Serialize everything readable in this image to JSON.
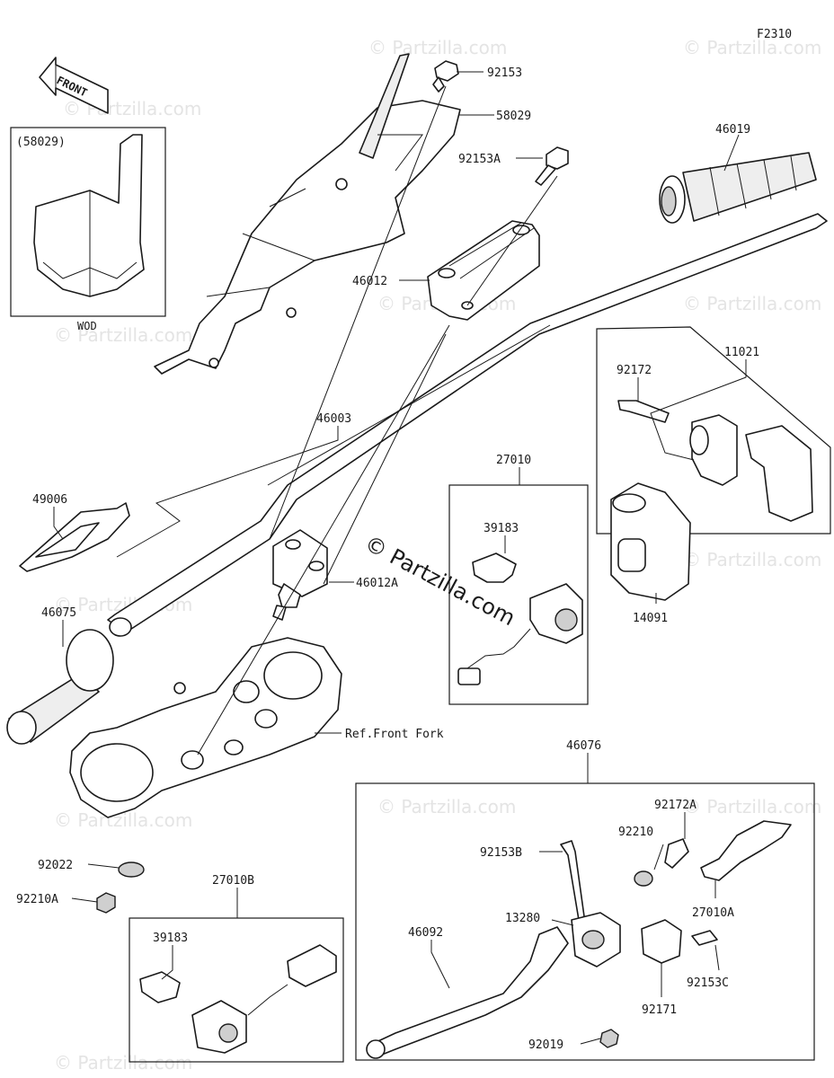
{
  "diagram_code": "F2310",
  "front_arrow_label": "FRONT",
  "watermark": "© Partzilla.com",
  "watermark_center": "© Partzilla.com",
  "inset_wod": {
    "part_ref": "(58029)",
    "caption": "WOD"
  },
  "callouts": {
    "p92153": "92153",
    "p58029": "58029",
    "p92153A": "92153A",
    "p46012": "46012",
    "p46019": "46019",
    "p46003": "46003",
    "p92172": "92172",
    "p11021": "11021",
    "p27010": "27010",
    "p39183_top": "39183",
    "p49006": "49006",
    "p46012A": "46012A",
    "p46075": "46075",
    "p14091": "14091",
    "ref_front_fork": "Ref.Front Fork",
    "p46076": "46076",
    "p92172A": "92172A",
    "p92210": "92210",
    "p92153B": "92153B",
    "p27010A": "27010A",
    "p13280": "13280",
    "p92153C": "92153C",
    "p46092": "46092",
    "p92019": "92019",
    "p92171": "92171",
    "p92022": "92022",
    "p92210A": "92210A",
    "p27010B": "27010B",
    "p39183_bottom": "39183"
  }
}
